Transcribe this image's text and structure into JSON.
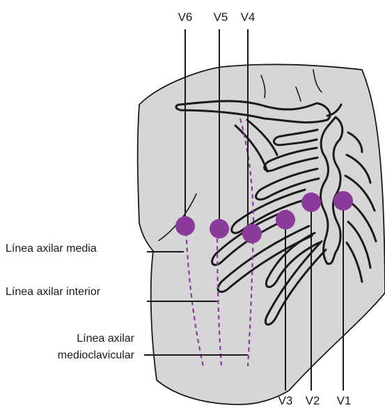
{
  "electrodes": {
    "V1": "V1",
    "V2": "V2",
    "V3": "V3",
    "V4": "V4",
    "V5": "V5",
    "V6": "V6"
  },
  "labels": {
    "axilar_media": "Línea axilar media",
    "axilar_interior": "Línea axilar interior",
    "medioclavicular_1": "Línea axilar",
    "medioclavicular_2": "medioclavicular"
  },
  "colors": {
    "electrode": "#8a3a9a",
    "torso": "#d6d6d6",
    "lines": "#1a1a1a"
  }
}
